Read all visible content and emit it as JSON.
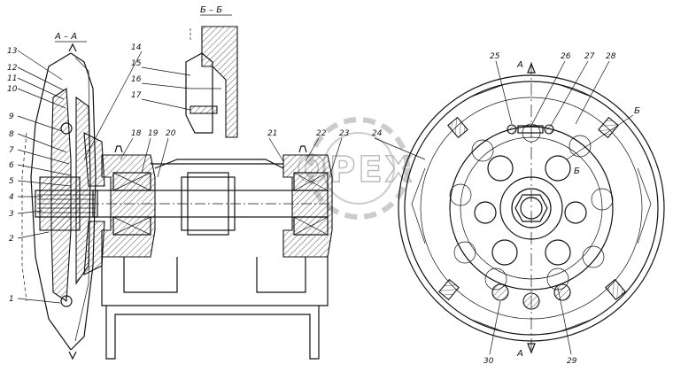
{
  "section_labels": {
    "aa": "А – А",
    "bb": "Б – Б",
    "a_top": "А",
    "a_bottom": "А",
    "b_right": "Б",
    "b_center": "Б"
  },
  "watermark": "OPEX",
  "callouts_left": [
    "13",
    "12",
    "11",
    "10",
    "9",
    "8",
    "7",
    "6",
    "5",
    "4",
    "3",
    "2",
    "1"
  ],
  "callouts_top": [
    "14",
    "15",
    "16",
    "17",
    "18",
    "19",
    "20",
    "21",
    "22",
    "23",
    "24"
  ],
  "callouts_right": [
    "25",
    "26",
    "27",
    "28",
    "29",
    "30"
  ]
}
